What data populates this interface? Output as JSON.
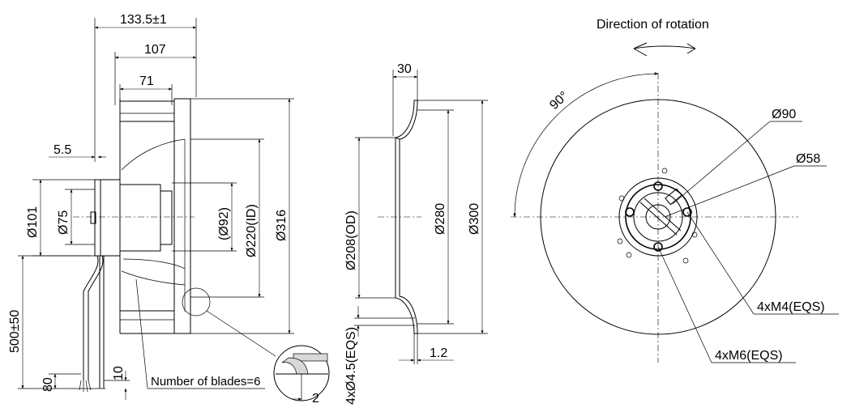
{
  "views": {
    "side": {
      "dim_total_depth": "133.5±1",
      "dim_107": "107",
      "dim_71": "71",
      "dim_5_5": "5.5",
      "dim_d101": "Ø101",
      "dim_d75": "Ø75",
      "dim_d92": "(Ø92)",
      "dim_d220": "Ø220(ID)",
      "dim_d316": "Ø316",
      "dim_cable": "500±50",
      "dim_80": "80",
      "dim_10": "10",
      "dim_2": "2",
      "blades_note": "Number of blades=6"
    },
    "ring": {
      "dim_30": "30",
      "dim_od": "Ø208(OD)",
      "dim_280": "Ø280",
      "dim_300": "Ø300",
      "dim_holes": "4xØ4.5(EQS)",
      "dim_1_2": "1.2"
    },
    "front": {
      "rotation_label": "Direction of rotation",
      "angle": "90°",
      "d90": "Ø90",
      "d58": "Ø58",
      "m4": "4xM4(EQS)",
      "m6": "4xM6(EQS)"
    }
  }
}
